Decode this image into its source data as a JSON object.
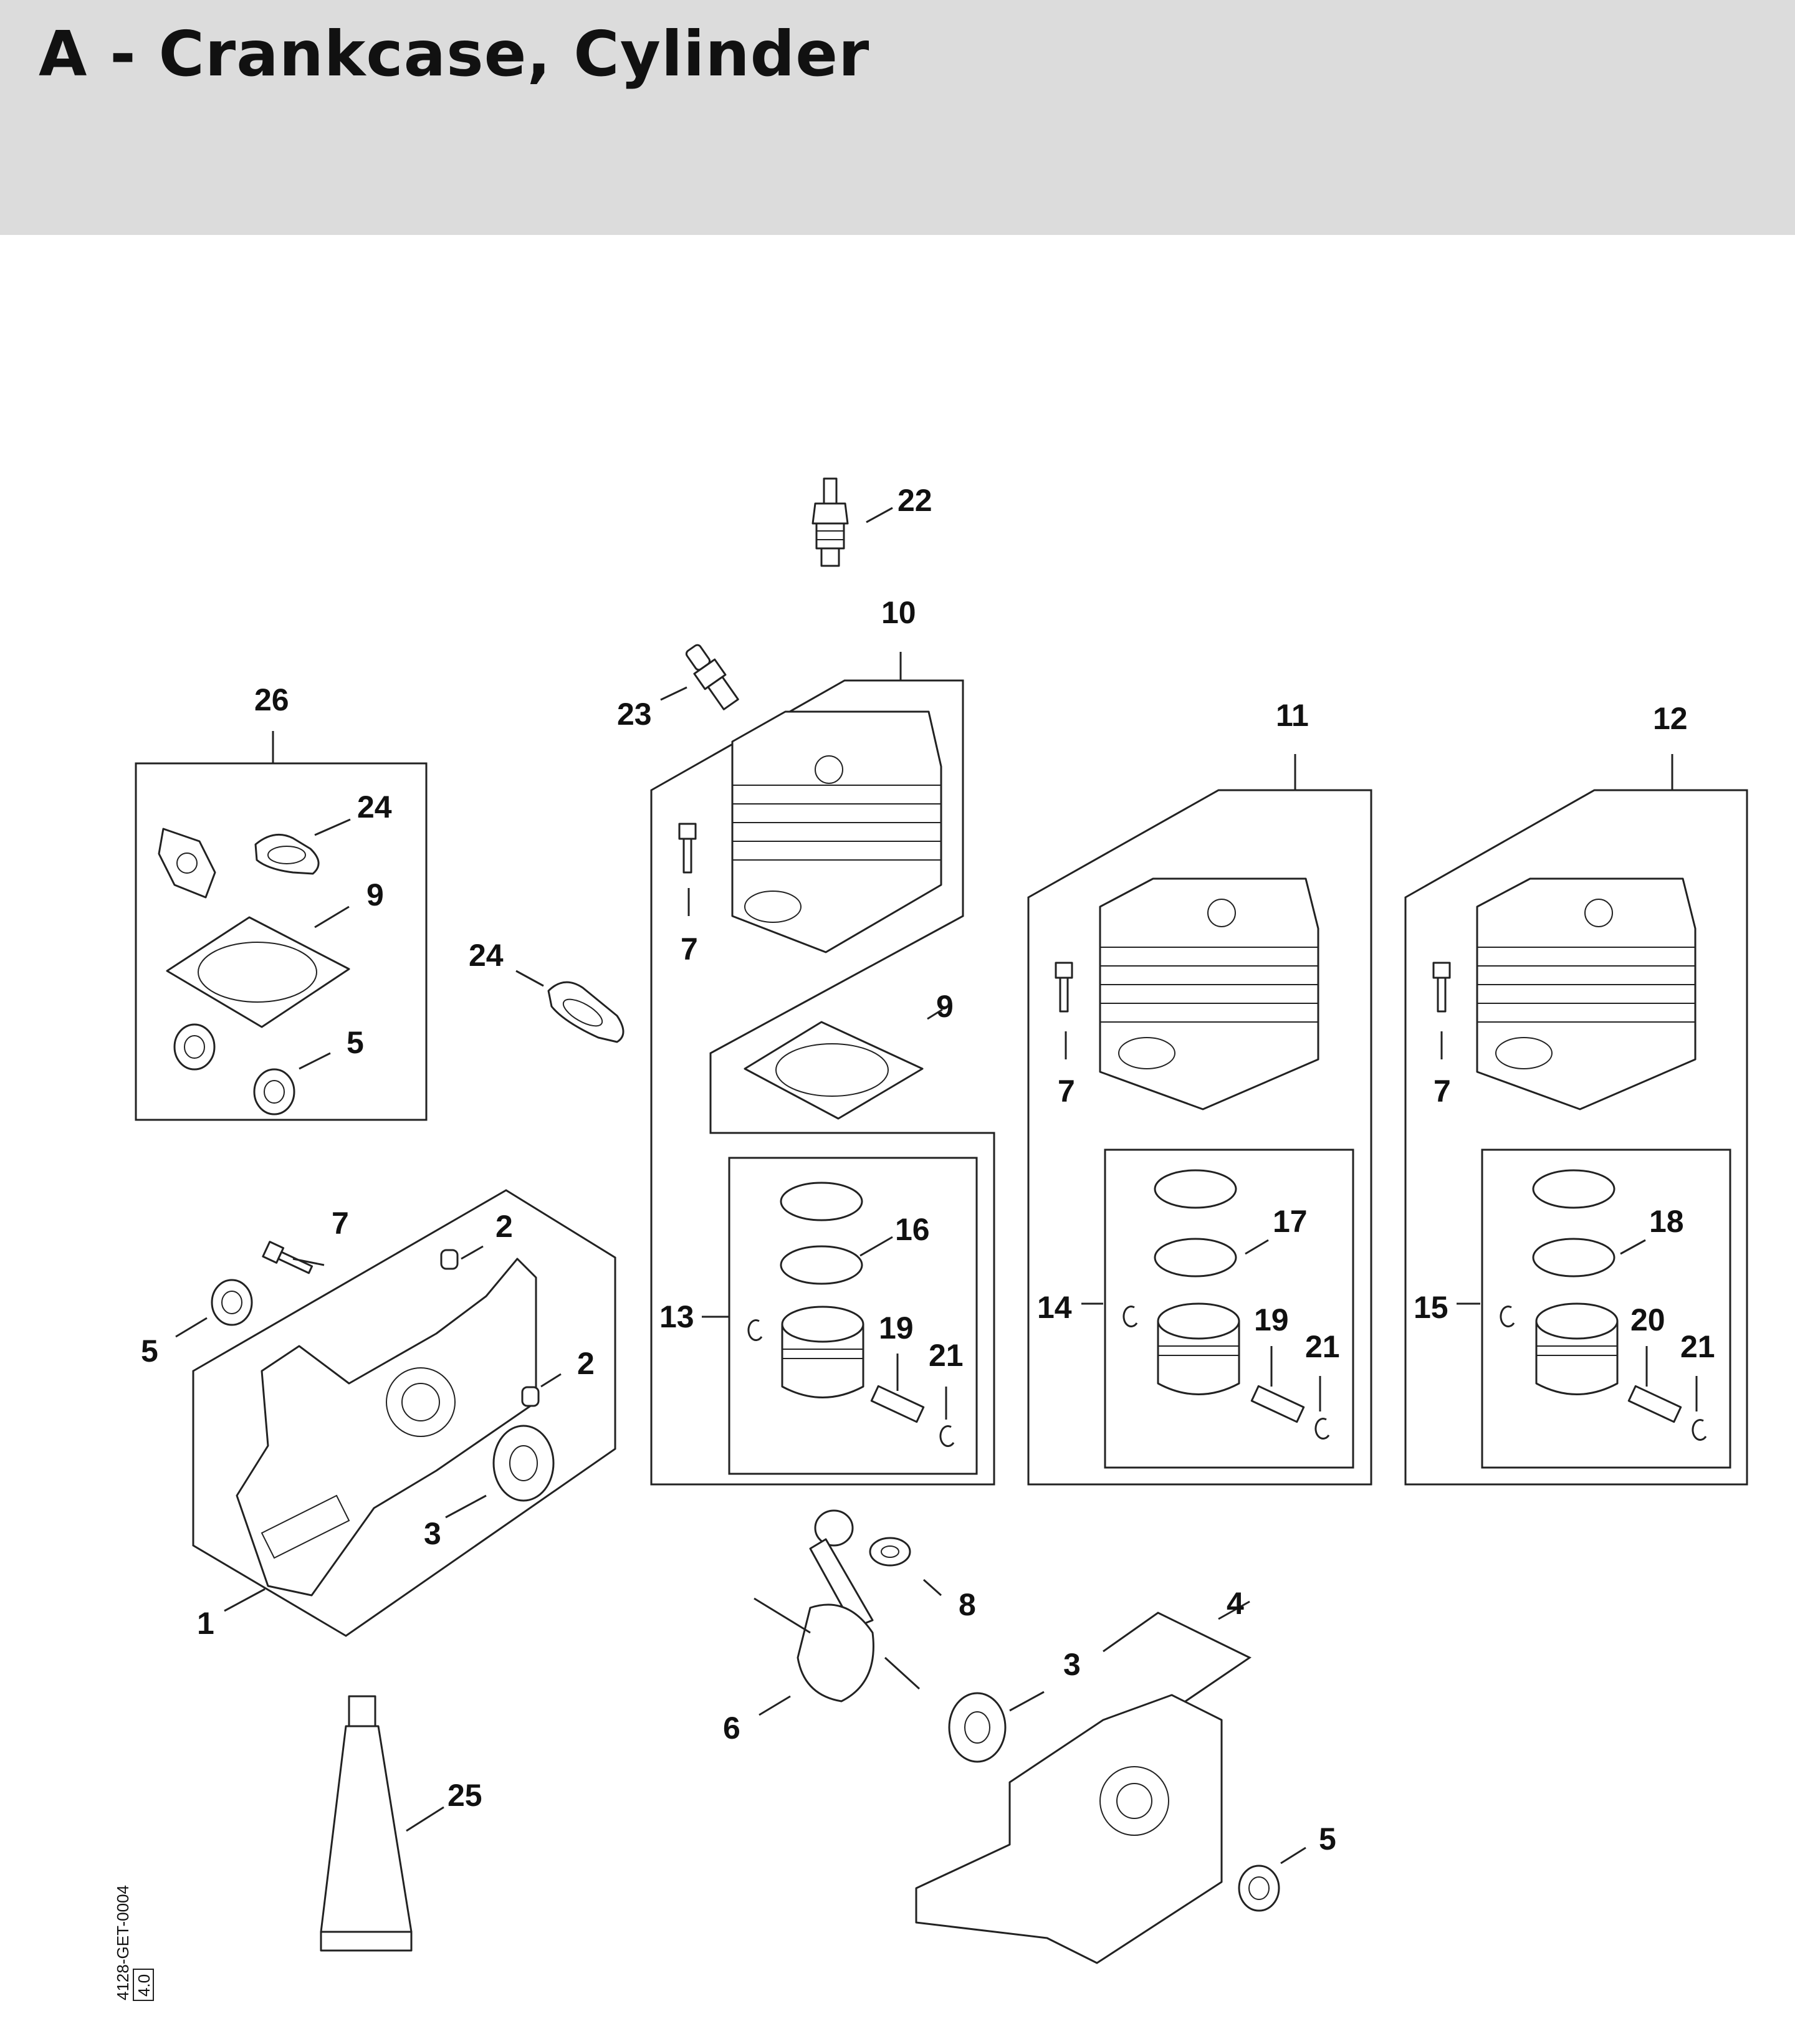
{
  "page": {
    "title": "A - Crankcase, Cylinder"
  },
  "diagram": {
    "part_labels": {
      "p1": "1",
      "p2a": "2",
      "p2b": "2",
      "p3a": "3",
      "p3b": "3",
      "p4": "4",
      "p5a": "5",
      "p5b": "5",
      "p5c": "5",
      "p6": "6",
      "p7a": "7",
      "p7b": "7",
      "p7c": "7",
      "p7d": "7",
      "p8": "8",
      "p9a": "9",
      "p9b": "9",
      "p10": "10",
      "p11": "11",
      "p12": "12",
      "p13": "13",
      "p14": "14",
      "p15": "15",
      "p16": "16",
      "p17": "17",
      "p18": "18",
      "p19a": "19",
      "p19b": "19",
      "p20": "20",
      "p21a": "21",
      "p21b": "21",
      "p21c": "21",
      "p22": "22",
      "p23": "23",
      "p24a": "24",
      "p24b": "24",
      "p25": "25",
      "p26": "26"
    },
    "drawing_number": "4128-GET-0004",
    "revision": "4.0"
  }
}
